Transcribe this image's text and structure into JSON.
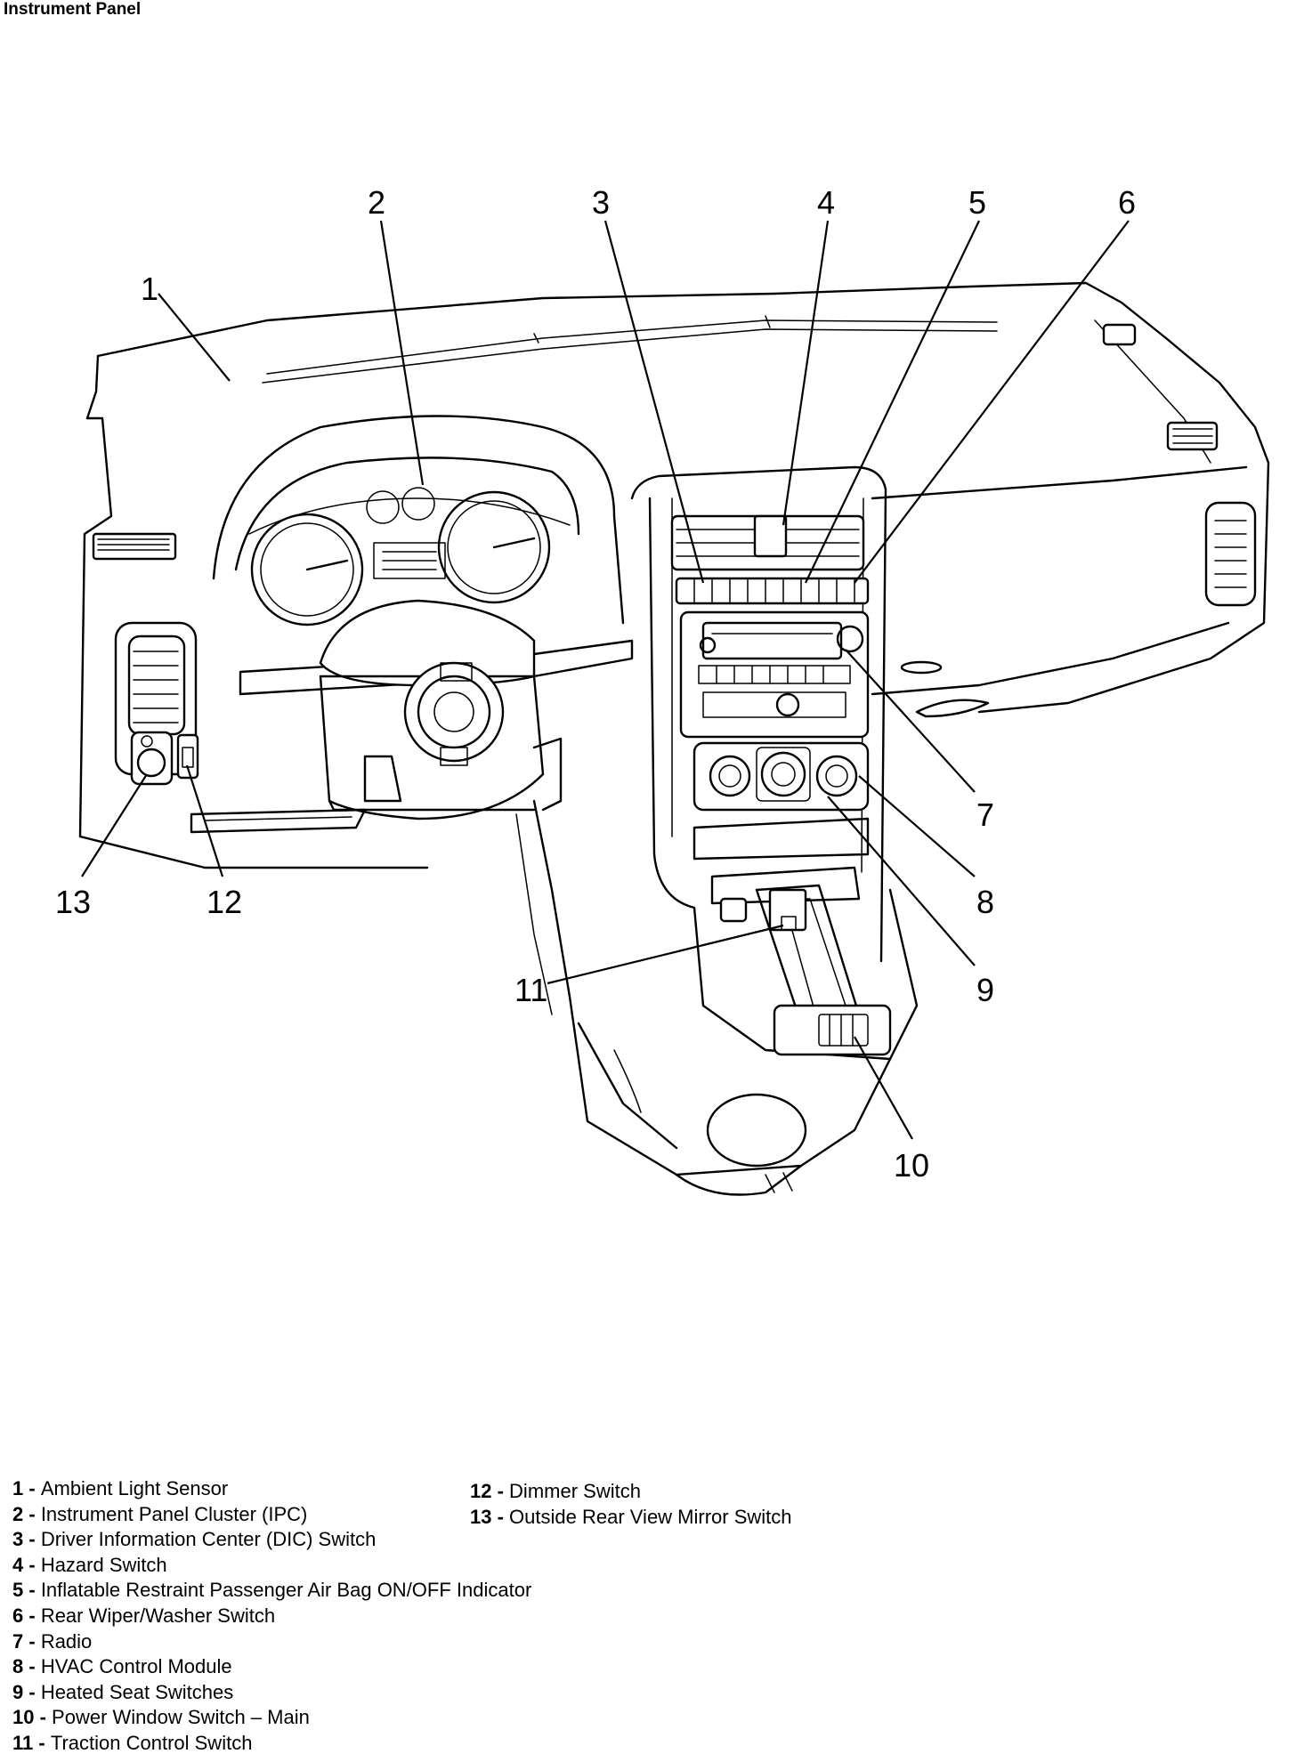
{
  "title": "Instrument Panel",
  "callouts": [
    "1",
    "2",
    "3",
    "4",
    "5",
    "6",
    "7",
    "8",
    "9",
    "10",
    "11",
    "12",
    "13"
  ],
  "legend_left": [
    {
      "num": "1",
      "sep": " - ",
      "text": "Ambient Light Sensor"
    },
    {
      "num": "2",
      "sep": " - ",
      "text": "Instrument Panel Cluster (IPC)"
    },
    {
      "num": "3",
      "sep": " - ",
      "text": "Driver Information Center (DIC) Switch"
    },
    {
      "num": "4",
      "sep": " - ",
      "text": "Hazard Switch"
    },
    {
      "num": "5",
      "sep": " - ",
      "text": "Inflatable Restraint Passenger Air Bag ON/OFF Indicator"
    },
    {
      "num": "6",
      "sep": " - ",
      "text": "Rear Wiper/Washer Switch"
    },
    {
      "num": "7",
      "sep": " - ",
      "text": "Radio"
    },
    {
      "num": "8",
      "sep": " - ",
      "text": "HVAC Control Module"
    },
    {
      "num": "9",
      "sep": " - ",
      "text": "Heated Seat Switches"
    },
    {
      "num": "10",
      "sep": " - ",
      "text": "Power Window Switch – Main"
    },
    {
      "num": "11",
      "sep": " - ",
      "text": "Traction Control Switch"
    }
  ],
  "legend_right": [
    {
      "num": "12",
      "sep": " - ",
      "text": "Dimmer Switch"
    },
    {
      "num": "13",
      "sep": " - ",
      "text": "Outside Rear View Mirror Switch"
    }
  ]
}
